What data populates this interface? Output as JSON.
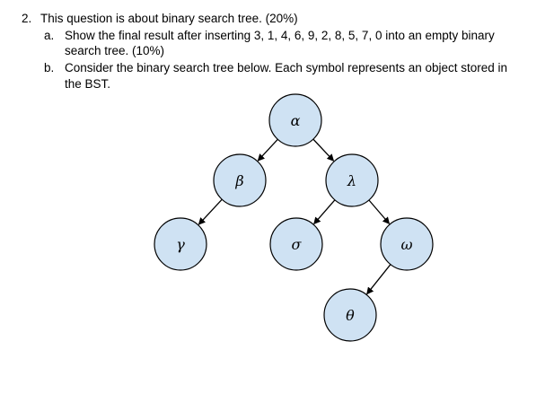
{
  "question": {
    "number": "2.",
    "title": "This question is about binary search tree. (20%)",
    "parts": [
      {
        "marker": "a.",
        "lines": [
          "Show the final result after inserting 3, 1, 4, 6, 9, 2, 8, 5, 7, 0 into an empty binary",
          "search tree. (10%)"
        ]
      },
      {
        "marker": "b.",
        "lines": [
          "Consider the binary search tree below. Each symbol represents an object stored in",
          "the BST."
        ]
      }
    ]
  },
  "tree": {
    "node_fill": "#cfe2f3",
    "node_stroke": "#000000",
    "edge_color": "#000000",
    "nodes": [
      {
        "id": "alpha",
        "symbol": "α"
      },
      {
        "id": "beta",
        "symbol": "β"
      },
      {
        "id": "lambda",
        "symbol": "λ"
      },
      {
        "id": "gamma",
        "symbol": "γ"
      },
      {
        "id": "sigma",
        "symbol": "σ"
      },
      {
        "id": "omega",
        "symbol": "ω"
      },
      {
        "id": "theta",
        "symbol": "θ"
      }
    ],
    "edges": [
      {
        "from": "alpha",
        "to": "beta"
      },
      {
        "from": "alpha",
        "to": "lambda"
      },
      {
        "from": "beta",
        "to": "gamma"
      },
      {
        "from": "lambda",
        "to": "sigma"
      },
      {
        "from": "lambda",
        "to": "omega"
      },
      {
        "from": "omega",
        "to": "theta"
      }
    ]
  }
}
